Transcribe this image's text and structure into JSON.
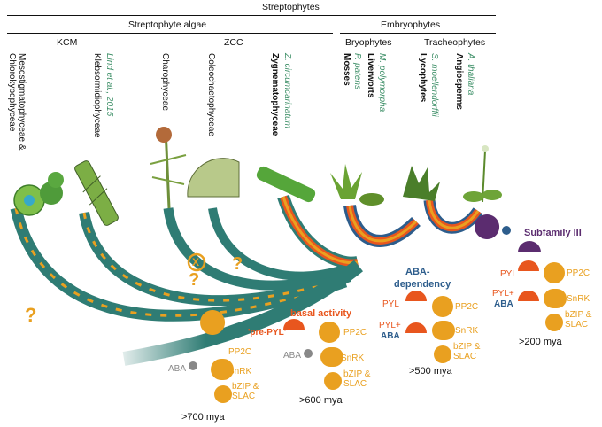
{
  "header": {
    "streptophytes": "Streptophytes",
    "algae": "Streptophyte algae",
    "embryophytes": "Embryophytes",
    "kcm": "KCM",
    "zcc": "ZCC",
    "bryophytes": "Bryophytes",
    "tracheophytes": "Tracheophytes"
  },
  "taxa": {
    "meso_1": "Mesostigmatophyceae &",
    "meso_2": "Chlorokybophyceae",
    "klebs": "Klebsormidiophyceae",
    "klebs_ref": "Lind et al., 2015",
    "chara": "Charophyceae",
    "coleo": "Coleochaetophyceae",
    "zygnema": "Zygnematophyceae",
    "zygnema_sp": "Z. circumcarinatum",
    "mosses": "Mosses",
    "mosses_sp": "P. patens",
    "liverworts": "Liverworts",
    "liverworts_sp": "M. polymorpha",
    "lycophytes": "Lycophytes",
    "lycophytes_sp": "S. moellendorffii",
    "angiosperms": "Angiosperms",
    "angiosperms_sp": "A. thaliana"
  },
  "annotations": {
    "question": "?",
    "cross": "X",
    "basal_activity": "basal activity",
    "pre_pyl": "'pre-PYL'",
    "aba_dependency_1": "ABA-",
    "aba_dependency_2": "dependency",
    "subfamily": "Subfamily III"
  },
  "modules": {
    "pp2c": "PP2C",
    "snrk": "SnRK",
    "bzip_1": "bZIP &",
    "bzip_2": "SLAC",
    "aba": "ABA",
    "pyl": "PYL",
    "pyl_plus": "PYL+",
    "age_700": ">700 mya",
    "age_600": ">600 mya",
    "age_500": ">500 mya",
    "age_200": ">200 mya"
  },
  "colors": {
    "trunk": "#2f7c74",
    "stripe": "#e9a020",
    "receptor": "#e8561e",
    "subfamily": "#5b2c6f",
    "aba_blue": "#2d5d8c",
    "species": "#3d8f67"
  }
}
